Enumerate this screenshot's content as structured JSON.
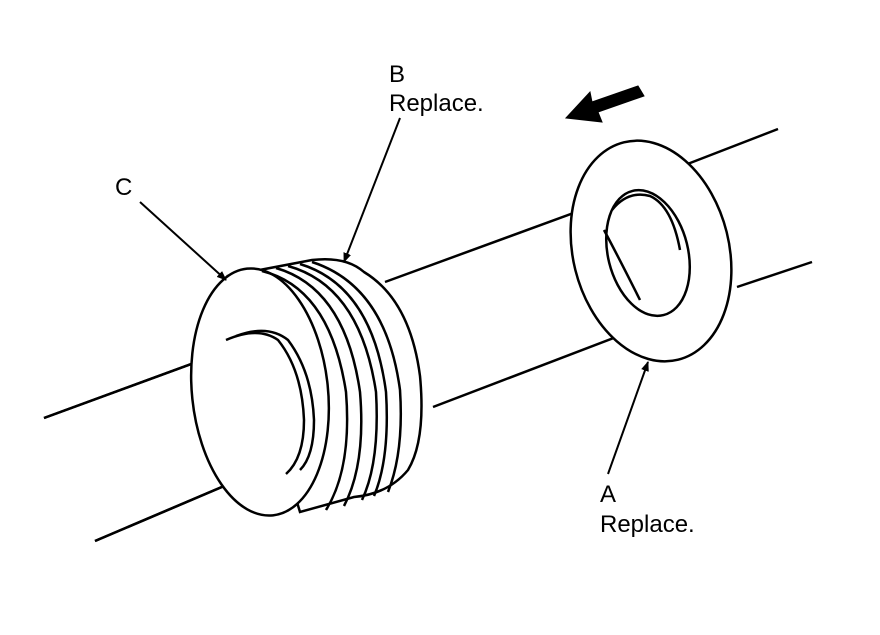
{
  "callouts": {
    "a": {
      "letter": "A",
      "note": "Replace."
    },
    "b": {
      "letter": "B",
      "note": "Replace."
    },
    "c": {
      "letter": "C"
    }
  },
  "colors": {
    "line": "#000000",
    "fill": "#ffffff"
  },
  "icons": {
    "direction": "arrow-left-down-icon"
  }
}
